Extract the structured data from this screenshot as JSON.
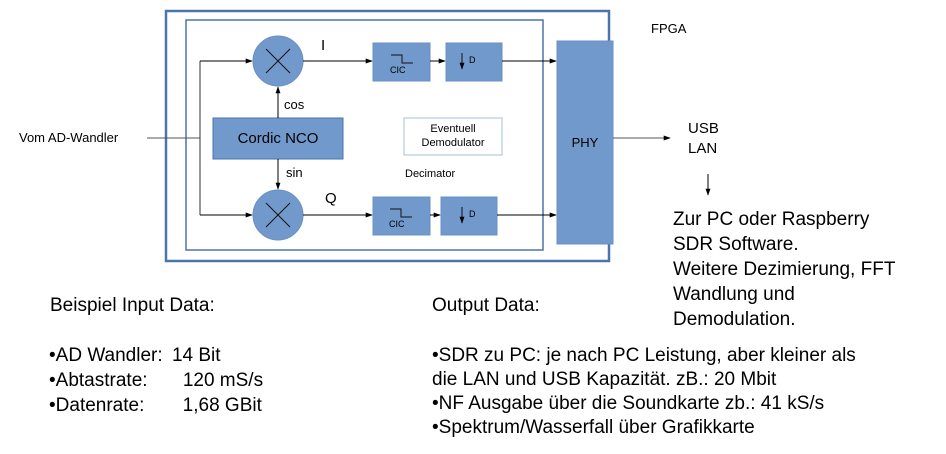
{
  "diagram": {
    "fpga_label": "FPGA",
    "input_label": "Vom AD-Wandler",
    "nco_label": "Cordic NCO",
    "cos_label": "cos",
    "sin_label": "sin",
    "i_label": "I",
    "q_label": "Q",
    "cic_label": "CIC",
    "downsample_label": "D",
    "demodulator_label": [
      "Eventuell",
      "Demodulator"
    ],
    "decimator_label": "Decimator",
    "phy_label": "PHY",
    "output_interfaces": [
      "USB",
      "LAN"
    ],
    "pc_description": [
      "Zur PC oder Raspberry",
      "SDR Software.",
      "Weitere Dezimierung, FFT",
      "Wandlung und",
      "Demodulation."
    ],
    "colors": {
      "block_fill": "#7199cc",
      "block_border": "#4a74ad",
      "frame_border": "#4a74ad"
    }
  },
  "input_data": {
    "title": "Beispiel Input Data:",
    "items": [
      {
        "label": "•AD Wandler:",
        "value": "14 Bit"
      },
      {
        "label": "•Abtastrate:",
        "value": "120 mS/s"
      },
      {
        "label": "•Datenrate:",
        "value": "1,68 GBit"
      }
    ]
  },
  "output_data": {
    "title": "Output Data:",
    "items": [
      "•SDR zu PC: je nach PC Leistung, aber kleiner als",
      "die LAN und USB Kapazität. zB.: 20 Mbit",
      "•NF Ausgabe über die Soundkarte zb.: 41 kS/s",
      "•Spektrum/Wasserfall über Grafikkarte"
    ]
  }
}
